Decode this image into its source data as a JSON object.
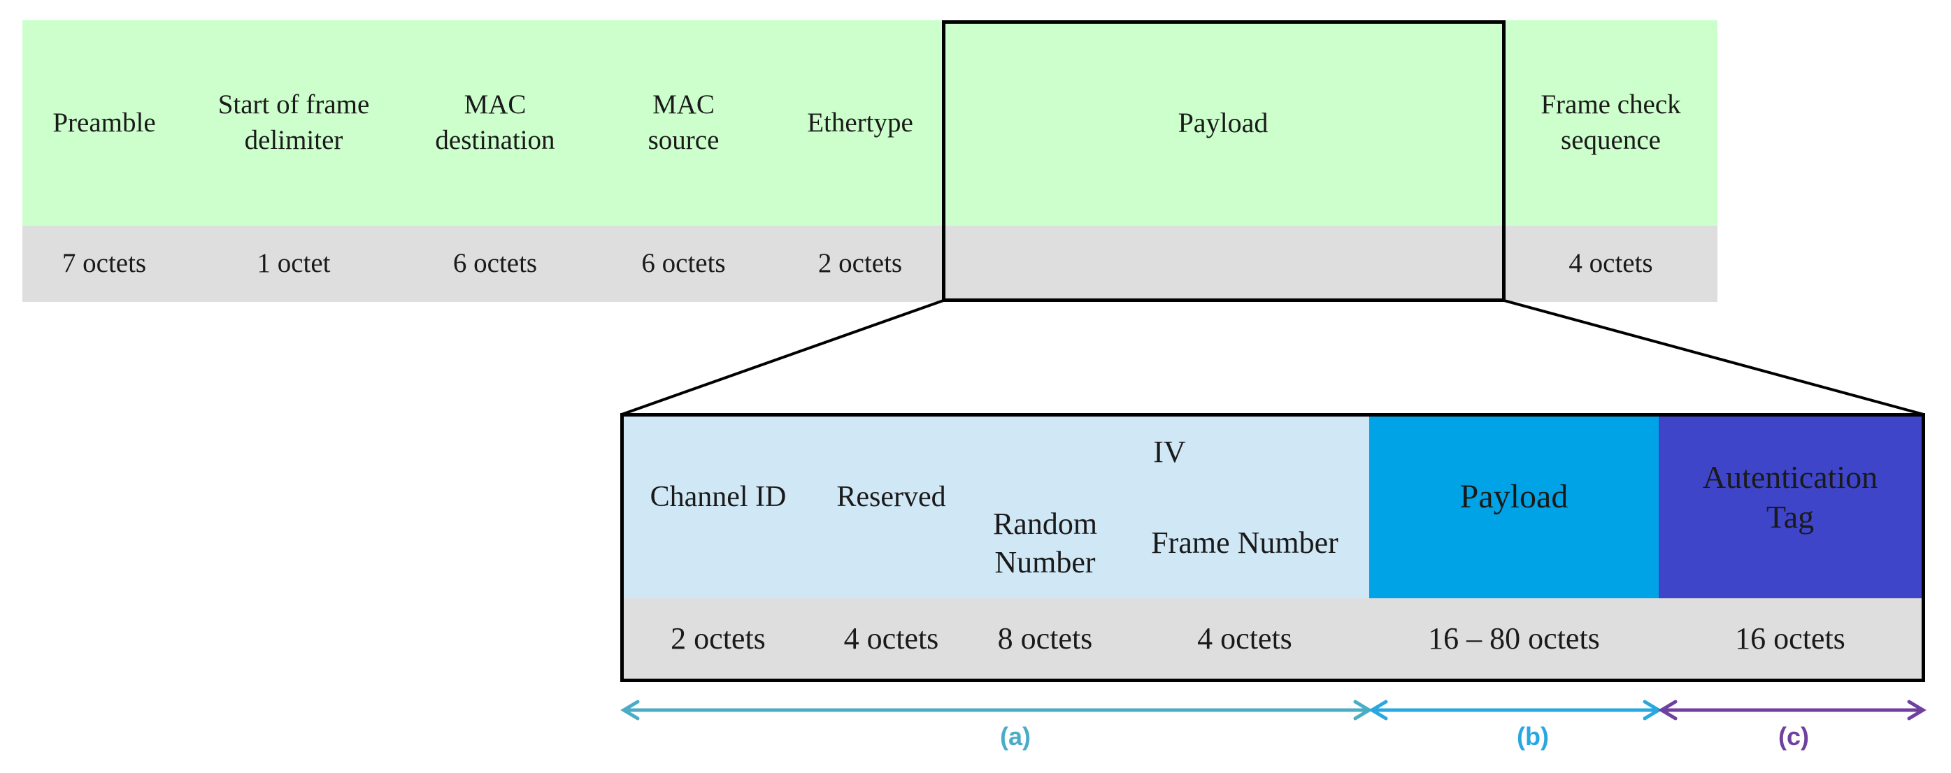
{
  "ethernet_frame": {
    "fields": [
      {
        "name": "Preamble",
        "size": "7 octets"
      },
      {
        "name": "Start of frame delimiter",
        "size": "1 octet"
      },
      {
        "name": "MAC destination",
        "size": "6 octets"
      },
      {
        "name": "MAC source",
        "size": "6 octets"
      },
      {
        "name": "Ethertype",
        "size": "2 octets"
      },
      {
        "name": "Payload",
        "size": ""
      },
      {
        "name": "Frame check sequence",
        "size": "4 octets"
      }
    ]
  },
  "payload_frame": {
    "channel_id": {
      "name": "Channel ID",
      "size": "2 octets"
    },
    "reserved": {
      "name": "Reserved",
      "size": "4 octets"
    },
    "iv": {
      "name": "IV",
      "random_number": {
        "name": "Random Number",
        "size": "8 octets"
      },
      "frame_number": {
        "name": "Frame Number",
        "size": "4 octets"
      }
    },
    "payload": {
      "name": "Payload",
      "size": "16 – 80 octets"
    },
    "auth_tag": {
      "name": "Autentication Tag",
      "size": "16 octets"
    }
  },
  "ranges": {
    "a": {
      "label": "(a)",
      "color": "#4bacc6"
    },
    "b": {
      "label": "(b)",
      "color": "#29a8e0"
    },
    "c": {
      "label": "(c)",
      "color": "#7040a0"
    }
  },
  "colors": {
    "ethernet_header": "#ccffcc",
    "size_row": "#dedede",
    "iv_area": "#d0e7f6",
    "payload": "#00a3e6",
    "auth_tag": "#3f45c9"
  }
}
